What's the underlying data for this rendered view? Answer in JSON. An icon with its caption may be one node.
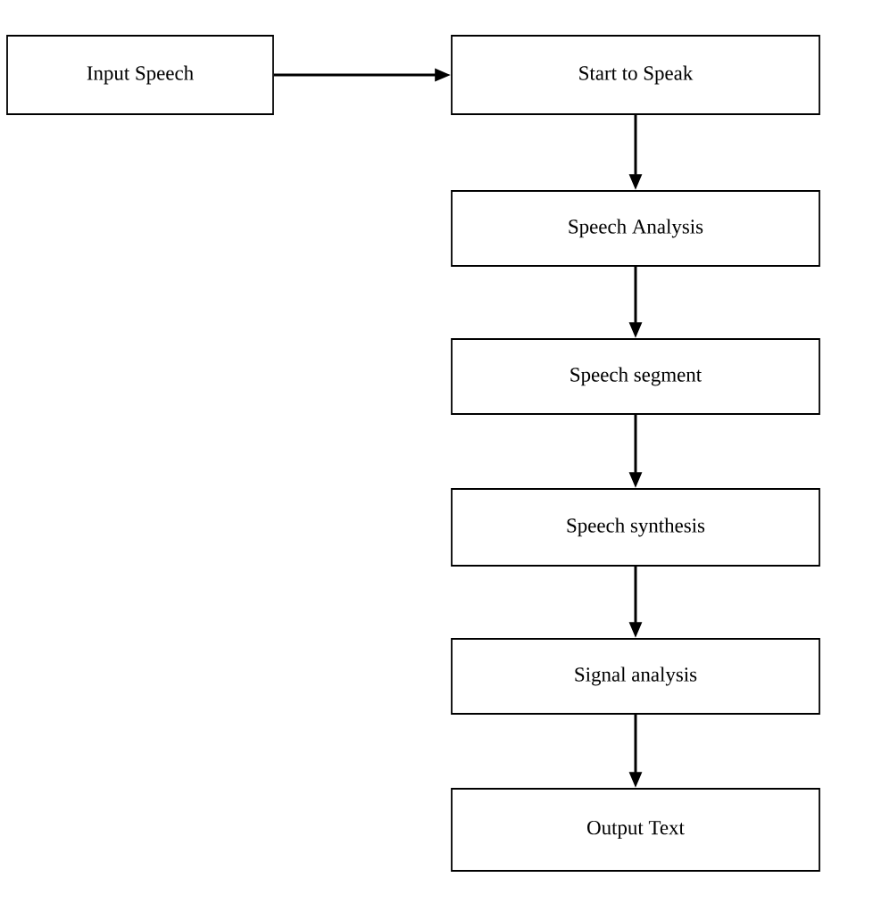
{
  "diagram": {
    "nodes": [
      {
        "text": [
          "Input Speech"
        ]
      },
      {
        "text": [
          "Start to Speak"
        ]
      },
      {
        "text": [
          "Speech Analysis"
        ]
      },
      {
        "text": [
          "Speech segment"
        ]
      },
      {
        "text": [
          "Speech synthesis"
        ]
      },
      {
        "text": [
          "Signal analysis"
        ]
      },
      {
        "text": [
          "Output Text"
        ]
      }
    ],
    "edges": [
      {
        "from": 0,
        "to": 1,
        "arrow": "to"
      },
      {
        "from": 1,
        "to": 2,
        "arrow": "to"
      },
      {
        "from": 2,
        "to": 3,
        "arrow": "to"
      },
      {
        "from": 3,
        "to": 4,
        "arrow": "to"
      },
      {
        "from": 4,
        "to": 5,
        "arrow": "to"
      },
      {
        "from": 5,
        "to": 6,
        "arrow": "to"
      }
    ]
  }
}
